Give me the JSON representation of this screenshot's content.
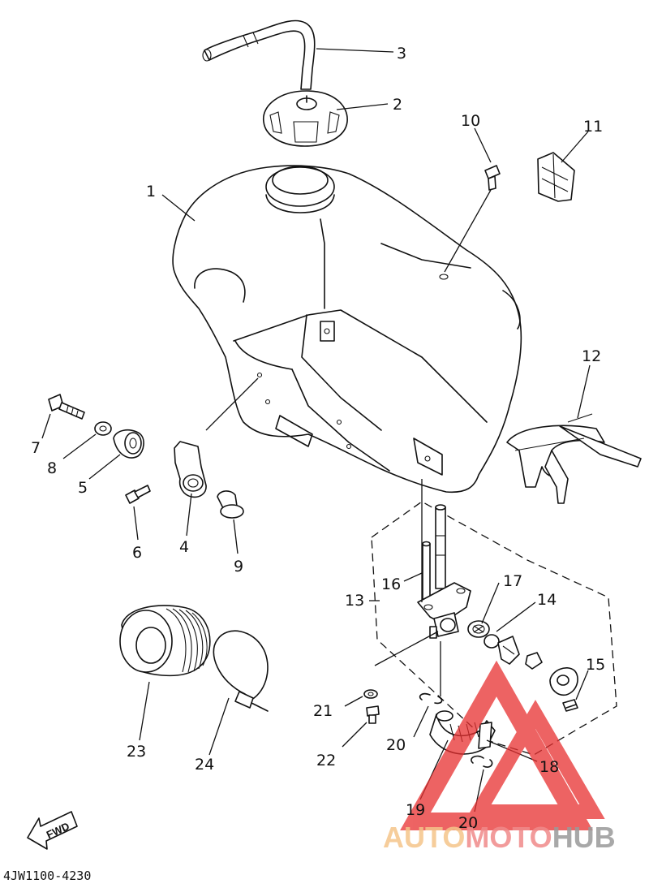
{
  "diagram": {
    "callouts": [
      "1",
      "2",
      "3",
      "4",
      "5",
      "6",
      "7",
      "8",
      "9",
      "10",
      "11",
      "12",
      "13",
      "14",
      "15",
      "16",
      "17",
      "18",
      "19",
      "20",
      "21",
      "22",
      "23",
      "24",
      "20"
    ],
    "fwd_label": "FWD",
    "part_code": "4JW1100-4230"
  },
  "watermark": {
    "part1": "AUTO",
    "part2": "MOTO",
    "part3": "HUB",
    "colors": {
      "auto": "#f5c58a",
      "moto": "#f08a8a",
      "hub": "#9a9a9a",
      "logo": "#e83030"
    }
  }
}
